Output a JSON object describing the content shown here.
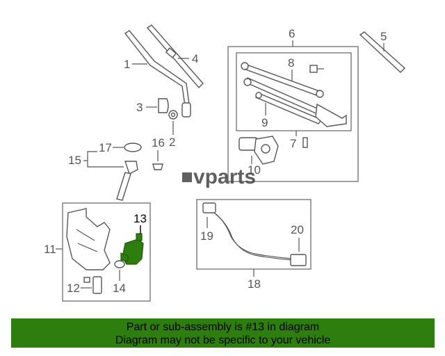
{
  "watermark": "vparts",
  "callouts": {
    "n1": "1",
    "n2": "2",
    "n3": "3",
    "n4": "4",
    "n5": "5",
    "n6": "6",
    "n7": "7",
    "n8": "8",
    "n9": "9",
    "n10": "10",
    "n11": "11",
    "n12": "12",
    "n13": "13",
    "n14": "14",
    "n15": "15",
    "n16": "16",
    "n17": "17",
    "n18": "18",
    "n19": "19",
    "n20": "20"
  },
  "highlighted_part": "13",
  "colors": {
    "highlight": "#2e7d0f",
    "banner": "#2e7d0f",
    "line": "#555555"
  },
  "banner": {
    "line1": "Part or sub-assembly is #13 in diagram",
    "line2": "Diagram may not be specific to your vehicle"
  }
}
